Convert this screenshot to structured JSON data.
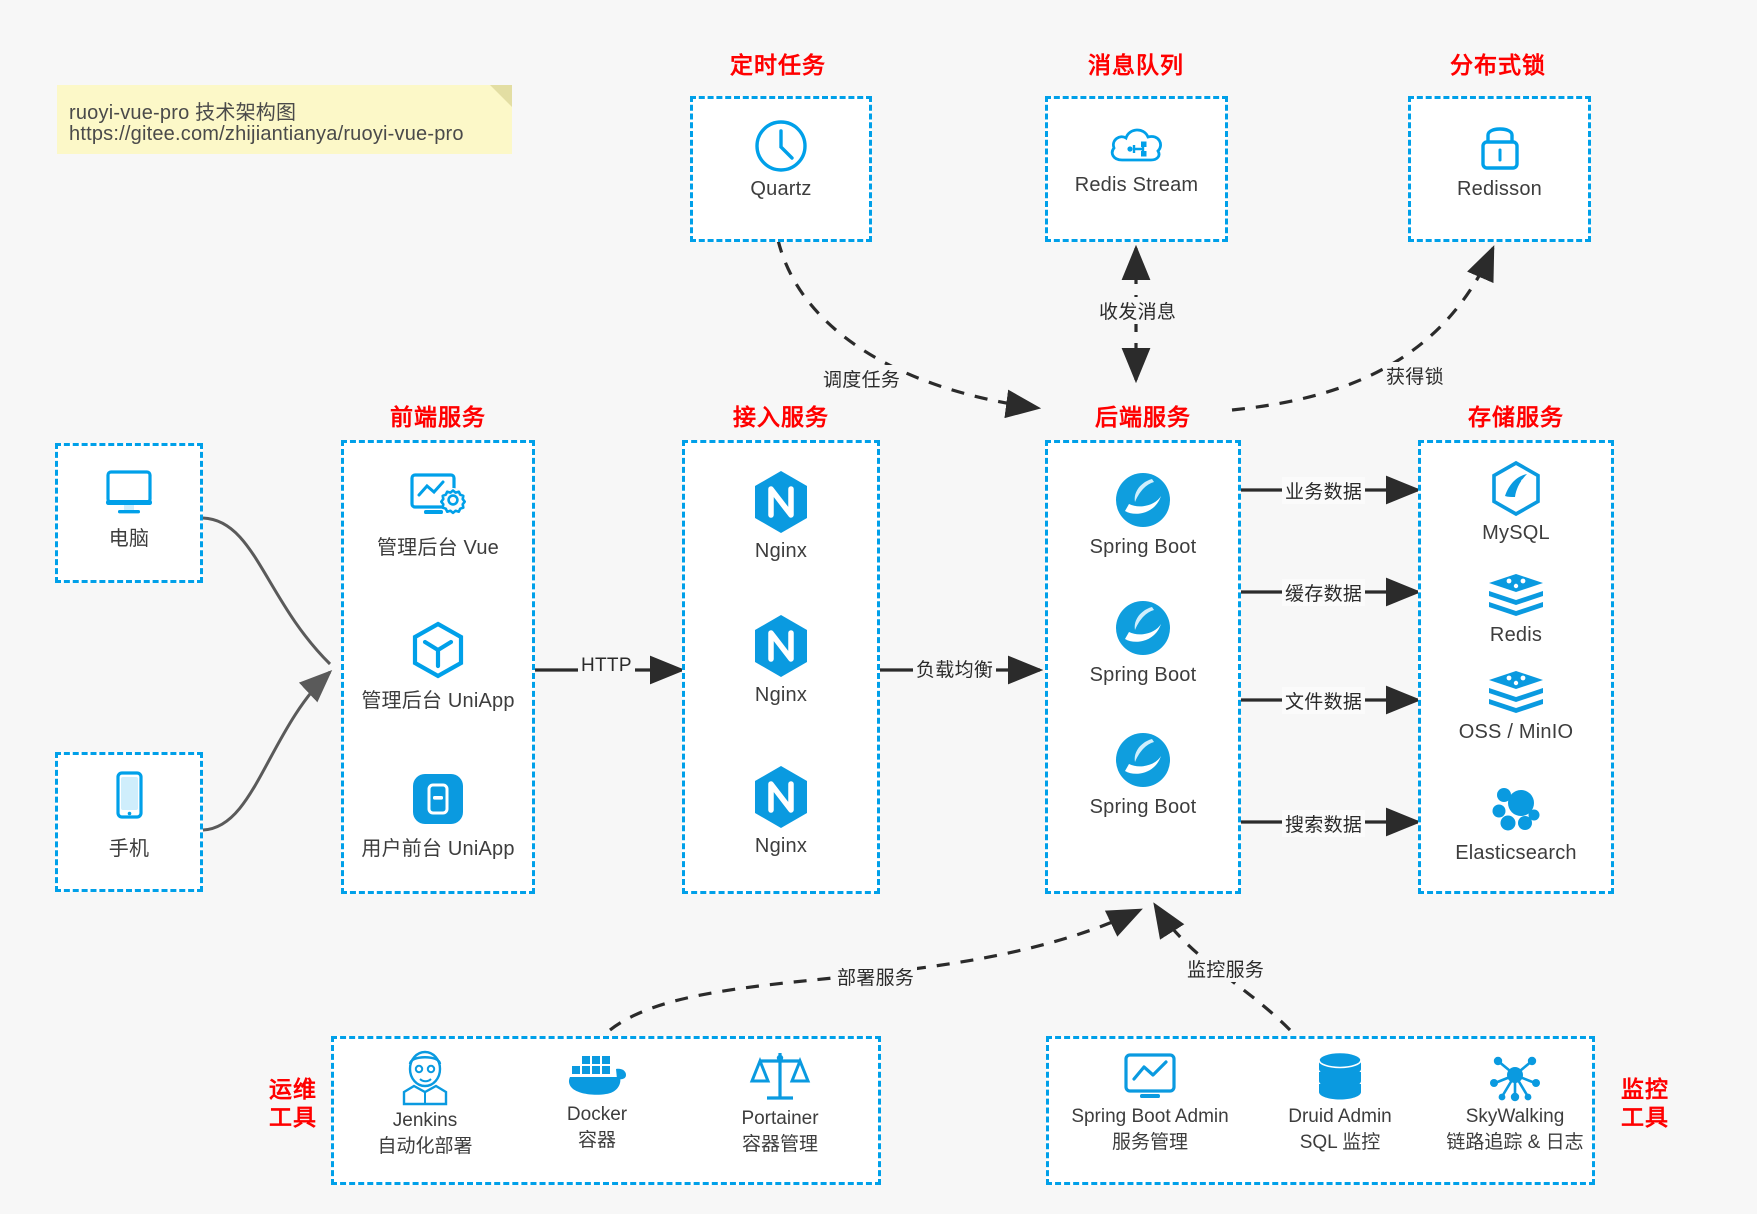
{
  "note": {
    "line1": "ruoyi-vue-pro 技术架构图",
    "line2": "https://gitee.com/zhijiantianya/ruoyi-vue-pro"
  },
  "colors": {
    "accent": "#00a0e9",
    "title_red": "#ff0000",
    "arrow": "#3a3a3a",
    "note_bg": "#fcf8c8",
    "page_bg": "#f7f7f7"
  },
  "groups": {
    "scheduled_task": {
      "title": "定时任务",
      "nodes": [
        {
          "label": "Quartz",
          "icon": "clock-icon"
        }
      ]
    },
    "message_queue": {
      "title": "消息队列",
      "nodes": [
        {
          "label": "Redis Stream",
          "icon": "cloud-stream-icon"
        }
      ]
    },
    "distributed_lock": {
      "title": "分布式锁",
      "nodes": [
        {
          "label": "Redisson",
          "icon": "lock-icon"
        }
      ]
    },
    "clients": {
      "nodes": [
        {
          "label": "电脑",
          "icon": "desktop-icon"
        },
        {
          "label": "手机",
          "icon": "mobile-icon"
        }
      ]
    },
    "frontend": {
      "title": "前端服务",
      "nodes": [
        {
          "label": "管理后台 Vue",
          "icon": "dashboard-gear-icon"
        },
        {
          "label": "管理后台 UniApp",
          "icon": "cube-icon"
        },
        {
          "label": "用户前台 UniApp",
          "icon": "app-window-icon"
        }
      ]
    },
    "gateway": {
      "title": "接入服务",
      "nodes": [
        {
          "label": "Nginx",
          "icon": "nginx-icon"
        },
        {
          "label": "Nginx",
          "icon": "nginx-icon"
        },
        {
          "label": "Nginx",
          "icon": "nginx-icon"
        }
      ]
    },
    "backend": {
      "title": "后端服务",
      "nodes": [
        {
          "label": "Spring Boot",
          "icon": "spring-boot-icon"
        },
        {
          "label": "Spring Boot",
          "icon": "spring-boot-icon"
        },
        {
          "label": "Spring Boot",
          "icon": "spring-boot-icon"
        }
      ]
    },
    "storage": {
      "title": "存储服务",
      "nodes": [
        {
          "label": "MySQL",
          "icon": "mysql-icon"
        },
        {
          "label": "Redis",
          "icon": "redis-icon"
        },
        {
          "label": "OSS / MinIO",
          "icon": "oss-minio-icon"
        },
        {
          "label": "Elasticsearch",
          "icon": "elasticsearch-icon"
        }
      ]
    },
    "devops": {
      "title": "运维\n工具",
      "title_line1": "运维",
      "title_line2": "工具",
      "nodes": [
        {
          "label": "Jenkins",
          "sub": "自动化部署",
          "icon": "jenkins-icon"
        },
        {
          "label": "Docker",
          "sub": "容器",
          "icon": "docker-icon"
        },
        {
          "label": "Portainer",
          "sub": "容器管理",
          "icon": "portainer-icon"
        }
      ]
    },
    "monitoring": {
      "title_line1": "监控",
      "title_line2": "工具",
      "nodes": [
        {
          "label": "Spring Boot Admin",
          "sub": "服务管理",
          "icon": "monitor-chart-icon"
        },
        {
          "label": "Druid Admin",
          "sub": "SQL 监控",
          "icon": "database-icon"
        },
        {
          "label": "SkyWalking",
          "sub": "链路追踪 & 日志",
          "icon": "skywalking-icon"
        }
      ]
    }
  },
  "edges": [
    {
      "id": "schedule-task",
      "label": "调度任务"
    },
    {
      "id": "send-receive-message",
      "label": "收发消息"
    },
    {
      "id": "acquire-lock",
      "label": "获得锁"
    },
    {
      "id": "http",
      "label": "HTTP"
    },
    {
      "id": "load-balance",
      "label": "负载均衡"
    },
    {
      "id": "business-data",
      "label": "业务数据"
    },
    {
      "id": "cache-data",
      "label": "缓存数据"
    },
    {
      "id": "file-data",
      "label": "文件数据"
    },
    {
      "id": "search-data",
      "label": "搜索数据"
    },
    {
      "id": "deploy-service",
      "label": "部署服务"
    },
    {
      "id": "monitor-service",
      "label": "监控服务"
    }
  ]
}
